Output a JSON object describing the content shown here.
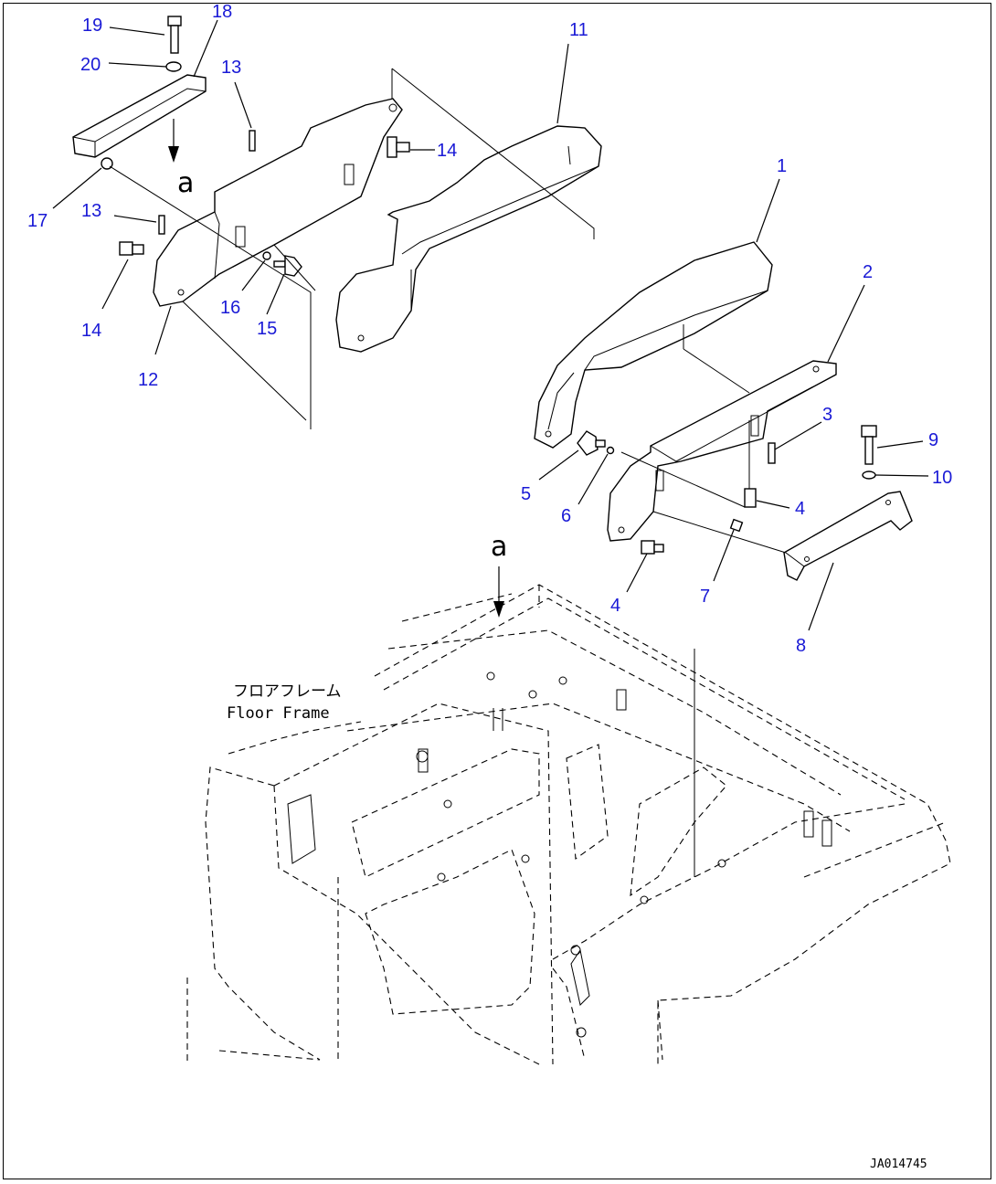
{
  "callouts": {
    "c1": "1",
    "c2": "2",
    "c3": "3",
    "c4a": "4",
    "c4b": "4",
    "c5": "5",
    "c6": "6",
    "c7": "7",
    "c8": "8",
    "c9": "9",
    "c10": "10",
    "c11": "11",
    "c12": "12",
    "c13a": "13",
    "c13b": "13",
    "c14a": "14",
    "c14b": "14",
    "c15": "15",
    "c16": "16",
    "c17": "17",
    "c18": "18",
    "c19": "19",
    "c20": "20"
  },
  "view_marker_top": "a",
  "view_marker_bottom": "a",
  "floor_frame_jp": "フロアフレーム",
  "floor_frame_en": "Floor Frame",
  "drawing_code": "JA014745",
  "colors": {
    "callout": "#1a1ad6",
    "line": "#000000"
  }
}
